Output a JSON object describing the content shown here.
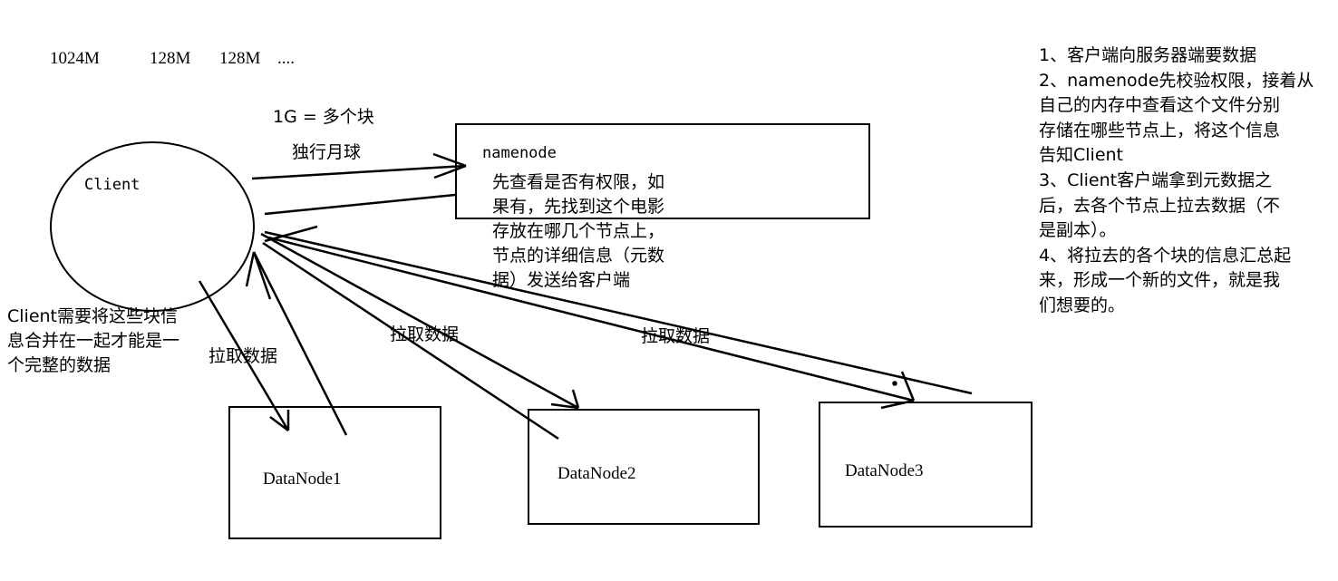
{
  "block_sizes": [
    "1024M",
    "128M",
    "128M",
    "...."
  ],
  "block_split_note": "1G = 多个块",
  "idiom_note": "独行月球",
  "client_label": "Client",
  "namenode": {
    "title": "namenode",
    "desc_lines": [
      "先查看是否有权限，如",
      "果有，先找到这个电影",
      "存放在哪几个节点上，",
      "节点的详细信息（元数",
      "据）发送给客户端"
    ]
  },
  "client_merge_note_lines": [
    "Client需要将这些块信",
    "息合并在一起才能是一",
    "个完整的数据"
  ],
  "pull_labels": [
    "拉取数据",
    "拉取数据",
    "拉取数据"
  ],
  "datanodes": [
    "DataNode1",
    "DataNode2",
    "DataNode3"
  ],
  "steps_lines": [
    "1、客户端向服务器端要数据",
    "2、namenode先校验权限，接着从",
    "自己的内存中查看这个文件分别",
    "存储在哪些节点上，将这个信息",
    "告知Client",
    "3、Client客户端拿到元数据之",
    "后，去各个节点上拉去数据（不",
    "是副本）。",
    "4、将拉去的各个块的信息汇总起",
    "来，形成一个新的文件，就是我",
    "们想要的。"
  ],
  "colors": {
    "background": "#ffffff",
    "ink": "#000000"
  }
}
